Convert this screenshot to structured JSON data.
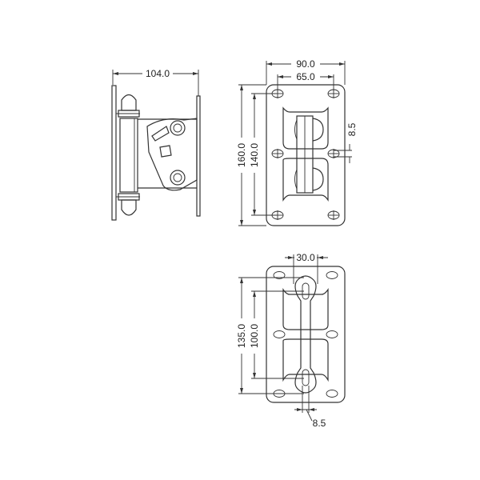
{
  "drawing": {
    "side_view": {
      "width_dim": "104.0"
    },
    "front_view": {
      "outer_width_dim": "90.0",
      "hole_spacing_width_dim": "65.0",
      "outer_height_dim": "160.0",
      "hole_spacing_height_dim": "140.0",
      "hole_dim": "8.5"
    },
    "rear_view": {
      "slot_spacing_width_dim": "30.0",
      "overall_height_dim": "135.0",
      "slot_spacing_height_dim": "100.0",
      "slot_width_dim": "8.5"
    },
    "line_color": "#333333",
    "background": "#ffffff"
  }
}
